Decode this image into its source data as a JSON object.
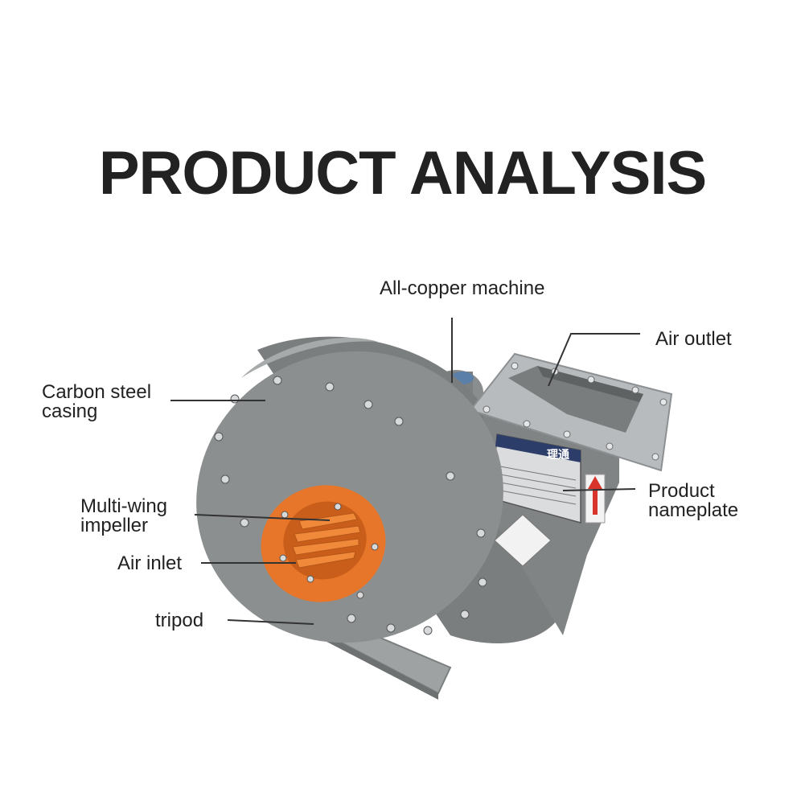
{
  "title": "PRODUCT ANALYSIS",
  "labels": {
    "all_copper_machine": "All-copper machine",
    "air_outlet": "Air outlet",
    "carbon_steel_casing_1": "Carbon steel",
    "carbon_steel_casing_2": "casing",
    "multi_wing_impeller_1": "Multi-wing",
    "multi_wing_impeller_2": "impeller",
    "air_inlet": "Air inlet",
    "tripod": "tripod",
    "product_nameplate_1": "Product",
    "product_nameplate_2": "nameplate"
  },
  "nameplate_brand": "理通",
  "colors": {
    "casing": "#8a8c8c",
    "casing_dark": "#6f7171",
    "inlet_ring": "#e8762a",
    "leader_line": "#333333",
    "title": "#222222",
    "flange": "#b5b8ba"
  }
}
